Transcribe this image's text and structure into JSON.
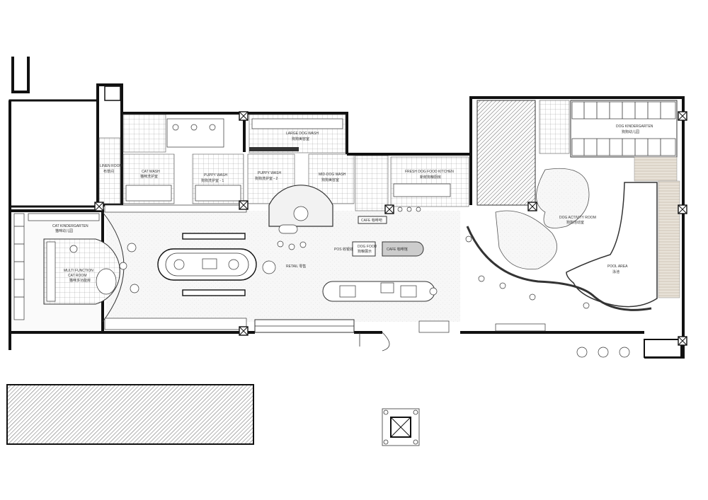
{
  "rooms": {
    "cat_kindergarten": {
      "en": "CAT KINDERGARTEN",
      "zh": "猫咪幼儿园"
    },
    "multi_function": {
      "en1": "MULTI FUNCTION",
      "en2": "CAT ROOM",
      "zh": "猫咪多功能房"
    },
    "linen_room": {
      "en": "LINEN ROOM",
      "zh": "布草间"
    },
    "cat_wash": {
      "en": "CAT WASH",
      "zh": "猫咪洗护室"
    },
    "puppy_wash_1": {
      "en": "PUPPY WASH",
      "zh": "狗狗洗护室 - 1"
    },
    "large_dog_wash": {
      "en": "LARGE DOG WASH",
      "zh": "狗狗美容室"
    },
    "puppy_wash_2": {
      "en": "PUPPY WASH",
      "zh": "狗狗洗护室 - 2"
    },
    "mid_dog_wash": {
      "en": "MID-DOG WASH",
      "zh": "狗狗美容室"
    },
    "fresh_kitchen": {
      "en": "FRESH DOG FOOD KITCHEN",
      "zh": "新鲜狗粮厨房"
    },
    "dog_kindergarten": {
      "en": "DOG KINDERGARTEN",
      "zh": "狗狗幼儿园"
    },
    "dog_activity": {
      "en": "DOG ACTIVITY ROOM",
      "zh": "狗狗活动室"
    },
    "pool_area": {
      "en": "POOL AREA",
      "zh": "泳池"
    },
    "retail": {
      "en": "RETAIL 零售"
    },
    "pos": {
      "en": "POS 收银处"
    },
    "cafe": {
      "en": "CAFE 咖啡馆"
    },
    "cafe_small": {
      "en": "CAFE 咖啡吧"
    },
    "dog_food": {
      "en": "DOG FOOD",
      "zh": "狗粮展示"
    }
  },
  "colors": {
    "wall": "#111111",
    "line": "#333333",
    "floor": "#f6f6f6",
    "hatch": "#555555"
  }
}
